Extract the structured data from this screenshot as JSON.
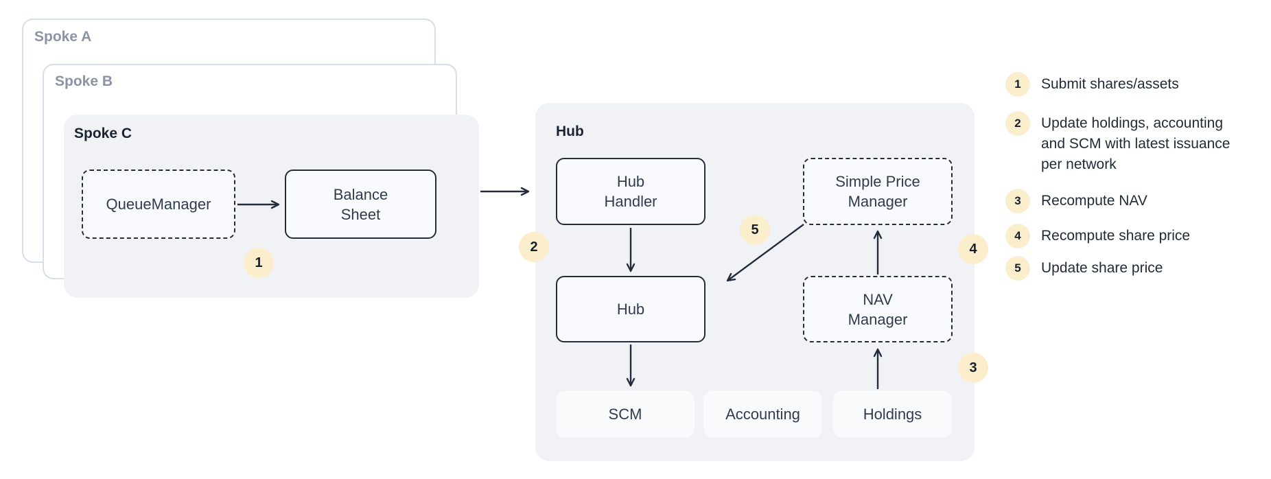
{
  "colors": {
    "badge_bg": "#fbeecd",
    "ink": "#232c3b",
    "panel_bg": "#f0f2f6",
    "node_bg": "#f8fafd",
    "card_border": "#d7dde9",
    "muted_label": "#8b93a7",
    "dark_label": "#1b2332",
    "text": "#303b4d"
  },
  "spokes": {
    "a_label": "Spoke A",
    "b_label": "Spoke B",
    "c_label": "Spoke C"
  },
  "spoke_c": {
    "queue_manager": "QueueManager",
    "balance_sheet": "Balance\nSheet"
  },
  "hub": {
    "title": "Hub",
    "hub_handler": "Hub\nHandler",
    "simple_price_manager": "Simple Price\nManager",
    "hub_core": "Hub",
    "nav_manager": "NAV\nManager",
    "scm": "SCM",
    "accounting": "Accounting",
    "holdings": "Holdings"
  },
  "badges": {
    "b1": "1",
    "b2": "2",
    "b3": "3",
    "b4": "4",
    "b5": "5"
  },
  "legend": [
    {
      "num": "1",
      "text": "Submit shares/assets"
    },
    {
      "num": "2",
      "text": "Update holdings, accounting\nand SCM with latest issuance\nper network"
    },
    {
      "num": "3",
      "text": "Recompute NAV"
    },
    {
      "num": "4",
      "text": "Recompute share price"
    },
    {
      "num": "5",
      "text": "Update share price"
    }
  ]
}
